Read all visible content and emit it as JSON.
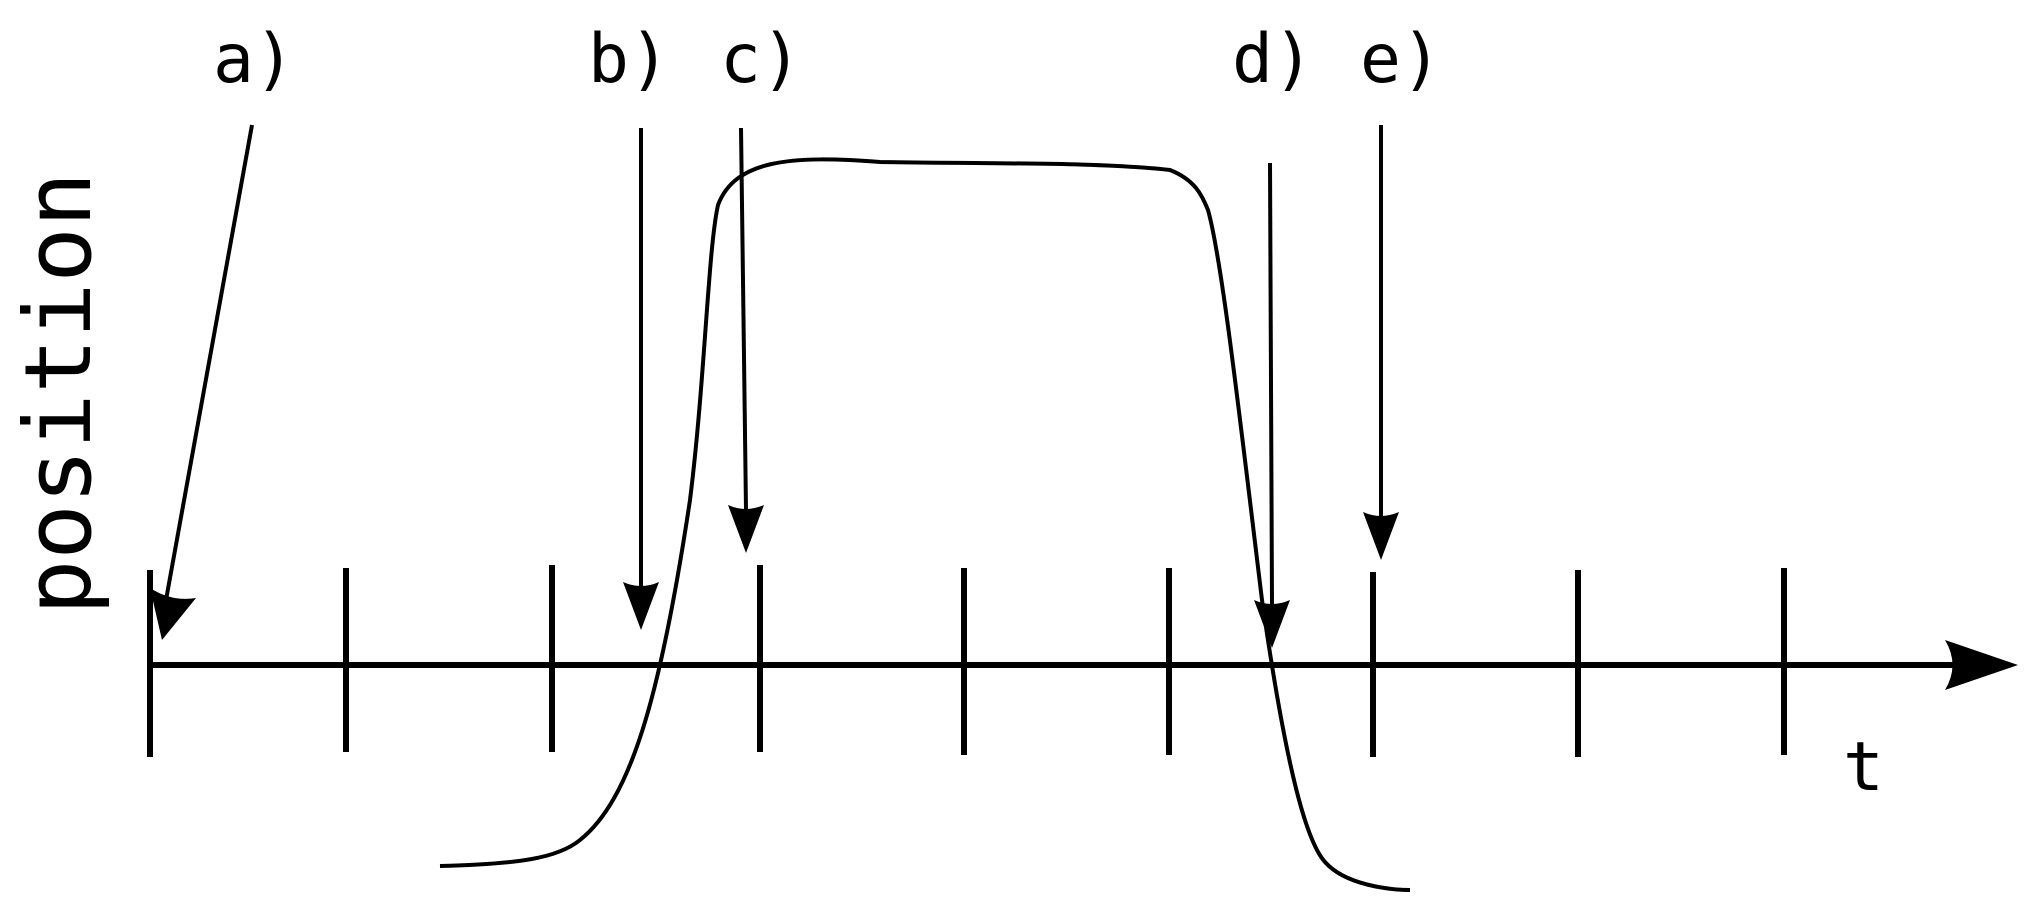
{
  "y_axis_label": "position",
  "x_axis_label": "t",
  "markers": [
    {
      "id": "a",
      "label": "a)"
    },
    {
      "id": "b",
      "label": "b)"
    },
    {
      "id": "c",
      "label": "c)"
    },
    {
      "id": "d",
      "label": "d)"
    },
    {
      "id": "e",
      "label": "e)"
    }
  ],
  "tick_count": 9,
  "colors": {
    "ink": "#000000",
    "background": "#ffffff"
  }
}
